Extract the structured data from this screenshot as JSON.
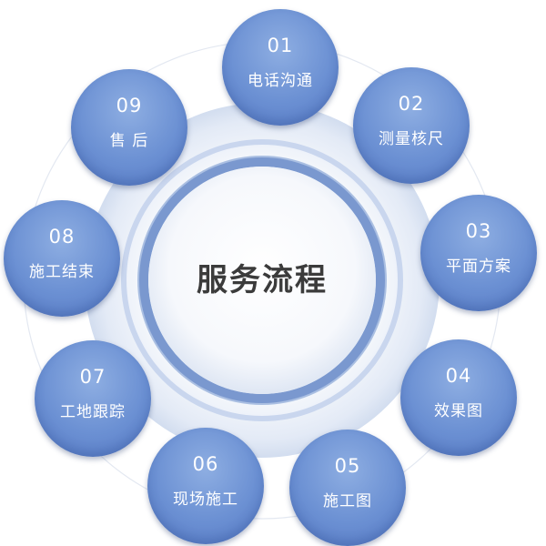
{
  "center": {
    "title": "服务流程"
  },
  "steps": [
    {
      "num": "01",
      "label": "电话沟通"
    },
    {
      "num": "02",
      "label": "测量核尺"
    },
    {
      "num": "03",
      "label": "平面方案"
    },
    {
      "num": "04",
      "label": "效果图"
    },
    {
      "num": "05",
      "label": "施工图"
    },
    {
      "num": "06",
      "label": "现场施工"
    },
    {
      "num": "07",
      "label": "工地跟踪"
    },
    {
      "num": "08",
      "label": "施工结束"
    },
    {
      "num": "09",
      "label": "售 后"
    }
  ],
  "colors": {
    "node_fill": "#6b90d3",
    "ring_accent": "#7a98cf",
    "title_text": "#3b3b3b"
  }
}
